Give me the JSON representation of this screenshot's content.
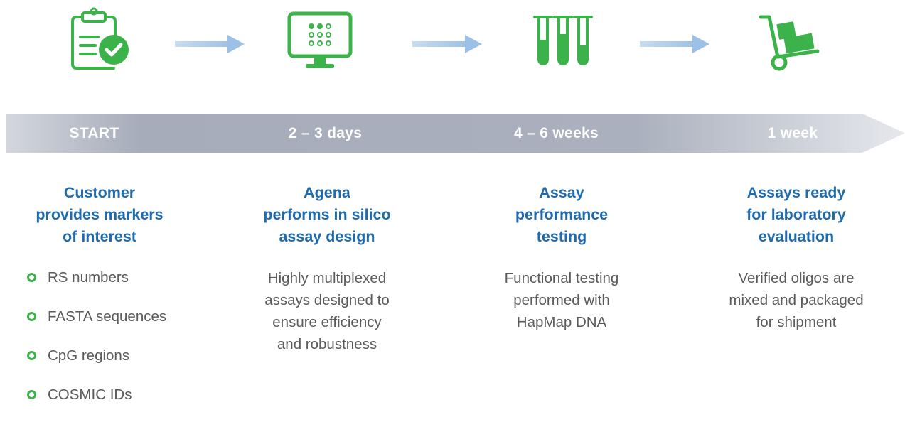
{
  "colors": {
    "green": "#3cb34a",
    "blue_heading": "#1f6bb0",
    "arrow_blue": "#a9c9ea",
    "band_gray": "#a2a8b6",
    "text_gray": "#5a5a5a"
  },
  "icons": [
    "clipboard-check-icon",
    "monitor-grid-icon",
    "test-tubes-icon",
    "hand-truck-icon"
  ],
  "timeline": {
    "stages": [
      "START",
      "2 – 3 days",
      "4 – 6 weeks",
      "1 week"
    ]
  },
  "columns": [
    {
      "heading": [
        "Customer",
        "provides markers",
        "of interest"
      ],
      "bullets": [
        "RS numbers",
        "FASTA sequences",
        "CpG regions",
        "COSMIC IDs"
      ]
    },
    {
      "heading": [
        "Agena",
        "performs in silico",
        "assay design"
      ],
      "description": [
        "Highly multiplexed",
        "assays designed to",
        "ensure efficiency",
        "and robustness"
      ]
    },
    {
      "heading": [
        "Assay",
        "performance",
        "testing"
      ],
      "description": [
        "Functional testing",
        "performed with",
        "HapMap DNA"
      ]
    },
    {
      "heading": [
        "Assays ready",
        "for laboratory",
        "evaluation"
      ],
      "description": [
        "Verified oligos are",
        "mixed and packaged",
        "for shipment"
      ]
    }
  ]
}
